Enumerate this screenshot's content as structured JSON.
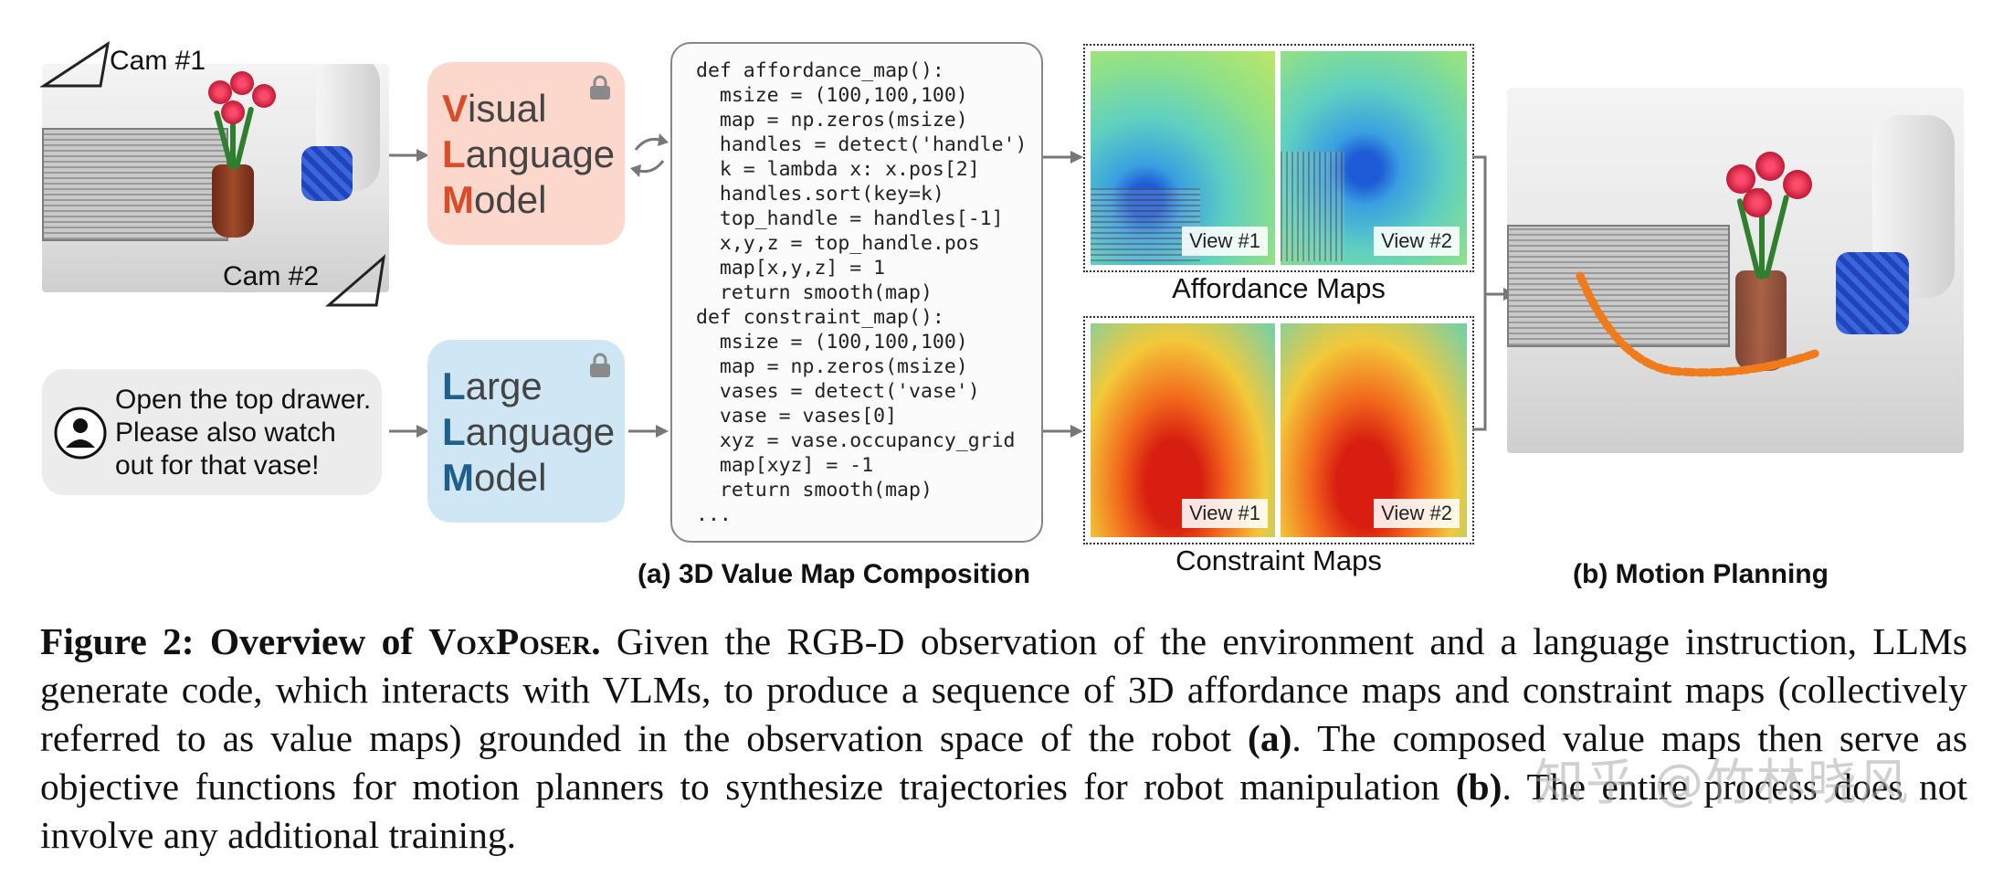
{
  "figure": {
    "cam1_label": "Cam #1",
    "cam2_label": "Cam #2",
    "instruction_lines": [
      "Open the top drawer.",
      "Please also watch",
      "out for that vase!"
    ],
    "vlm": {
      "caps": [
        "V",
        "L",
        "M"
      ],
      "rests": [
        "isual",
        "anguage",
        "odel"
      ]
    },
    "llm": {
      "caps": [
        "L",
        "L",
        "M"
      ],
      "rests": [
        "arge",
        "anguage",
        "odel"
      ]
    },
    "code": "def affordance_map():\n  msize = (100,100,100)\n  map = np.zeros(msize)\n  handles = detect('handle')\n  k = lambda x: x.pos[2]\n  handles.sort(key=k)\n  top_handle = handles[-1]\n  x,y,z = top_handle.pos\n  map[x,y,z] = 1\n  return smooth(map)\ndef constraint_map():\n  msize = (100,100,100)\n  map = np.zeros(msize)\n  vases = detect('vase')\n  vase = vases[0]\n  xyz = vase.occupancy_grid\n  map[xyz] = -1\n  return smooth(map)\n...",
    "view1_label": "View #1",
    "view2_label": "View #2",
    "affordance_title": "Affordance Maps",
    "constraint_title": "Constraint Maps",
    "subcaption_a": "(a) 3D Value Map Composition",
    "subcaption_b": "(b) Motion Planning",
    "colors": {
      "vlm_fill": "#fbd7cc",
      "vlm_accent": "#d94c2a",
      "llm_fill": "#cfe7f5",
      "llm_accent": "#1f5f8b",
      "trajectory": "#f07b1a"
    }
  },
  "caption": {
    "label": "Figure 2:",
    "overview": "Overview of",
    "method": "VoxPoser",
    "period": ".",
    "text1": " Given the RGB-D observation of the environment and a language instruction, LLMs generate code, which interacts with VLMs, to produce a sequence of 3D affordance maps and constraint maps (collectively referred to as value maps) grounded in the observation space of the robot ",
    "ref_a": "(a)",
    "text2": ". The composed value maps then serve as objective functions for motion planners to synthesize trajectories for robot manipulation ",
    "ref_b": "(b)",
    "text3": ". The entire process does not involve any additional training."
  },
  "watermark": "知乎 @竹林晓风"
}
